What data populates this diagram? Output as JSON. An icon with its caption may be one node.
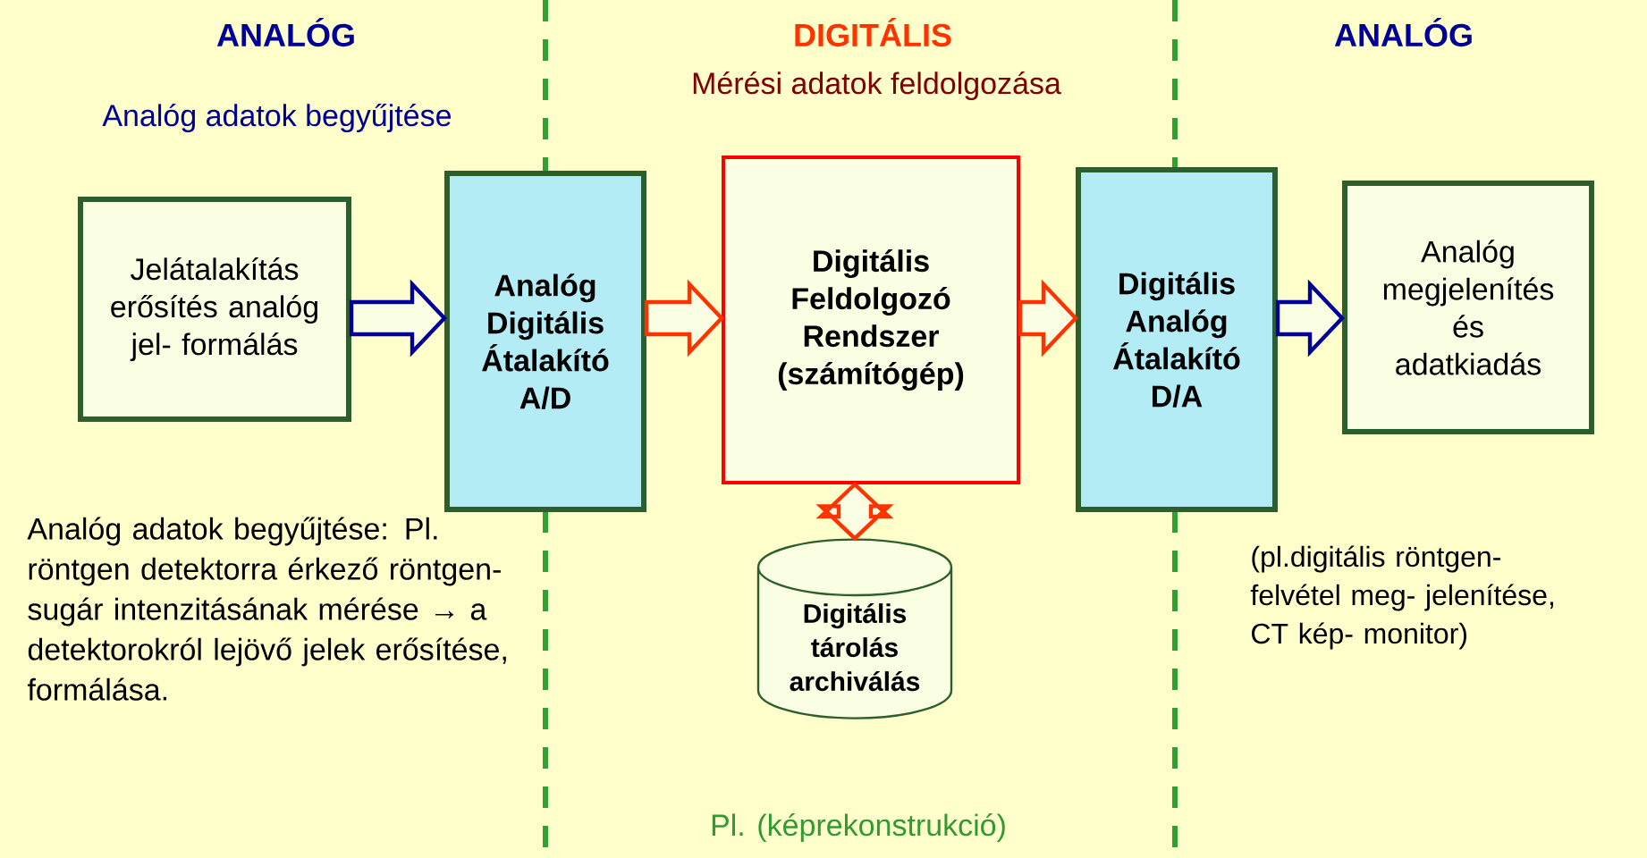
{
  "diagram": {
    "nodes": [
      {
        "text": [
          "Jelátalakítás erősítés analóg jel- formálás"
        ]
      },
      {
        "text": [
          "Analóg Digitális Átalakító A/D"
        ]
      },
      {
        "text": [
          "Digitális Feldolgozó Rendszer (számítógép)"
        ]
      },
      {
        "text": [
          "Digitális Analóg Átalakító D/A"
        ]
      },
      {
        "text": [
          "Analóg megjelenítés és adatkiadás"
        ]
      },
      {
        "text": [
          "Digitális tárolás archiválás"
        ]
      }
    ],
    "edges": [
      {
        "from": 0,
        "to": 1,
        "arrow": "to",
        "color": "#000099"
      },
      {
        "from": 1,
        "to": 2,
        "arrow": "to"
      },
      {
        "from": 2,
        "to": 3,
        "arrow": "to"
      },
      {
        "from": 3,
        "to": 4,
        "arrow": "to",
        "color": "#000099"
      },
      {
        "from": 2,
        "to": 5,
        "arrow": "both"
      }
    ],
    "labels": [
      "ANALÓG",
      "DIGITÁLIS",
      "ANALÓG",
      "Mérési adatok feldolgozása",
      "Analóg adatok begyűjtése",
      "Analóg adatok begyűjtése: Pl. röntgen detektorra érkező röntgen-sugár intenzitásának mérése → a detektorokról lejövő jelek erősítése, formálása.",
      "(pl.digitális röntgen- felvétel meg- jelenítése, CT kép- monitor)",
      "Pl. (képrekonstrukció)"
    ]
  }
}
